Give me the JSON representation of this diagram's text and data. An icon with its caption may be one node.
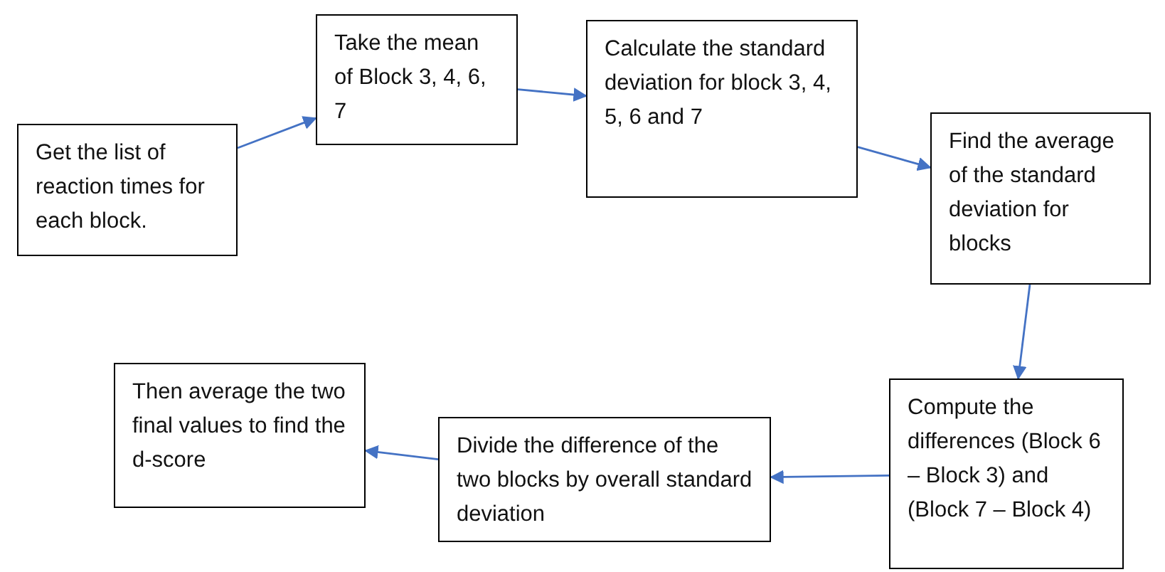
{
  "diagram": {
    "nodes": [
      {
        "text": [
          "Get the list of reaction times for each block."
        ]
      },
      {
        "text": [
          "Take the mean of Block 3, 4, 6, 7"
        ]
      },
      {
        "text": [
          "Calculate the standard deviation for block 3, 4, 5, 6 and 7"
        ]
      },
      {
        "text": [
          "Find the average of the standard deviation for blocks"
        ]
      },
      {
        "text": [
          "Compute the differences (Block 6 – Block 3) and (Block 7 – Block 4)"
        ]
      },
      {
        "text": [
          "Divide the difference of the two blocks by overall standard deviation"
        ]
      },
      {
        "text": [
          "Then average the two final values to find the d-score"
        ]
      }
    ],
    "edges": [
      {
        "from": 0,
        "to": 1,
        "arrow": "to"
      },
      {
        "from": 1,
        "to": 2,
        "arrow": "to"
      },
      {
        "from": 2,
        "to": 3,
        "arrow": "to"
      },
      {
        "from": 3,
        "to": 4,
        "arrow": "to"
      },
      {
        "from": 4,
        "to": 5,
        "arrow": "to"
      },
      {
        "from": 5,
        "to": 6,
        "arrow": "to"
      }
    ]
  }
}
